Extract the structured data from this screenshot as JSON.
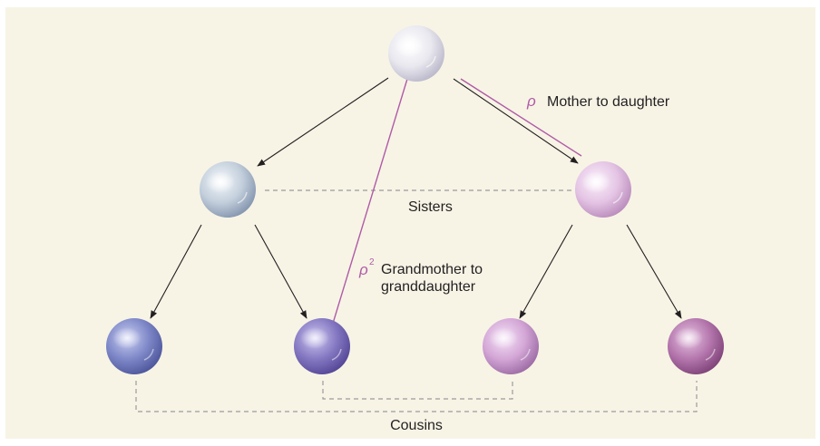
{
  "labels": {
    "mother_to_daughter_symbol": "ρ",
    "mother_to_daughter_text": "Mother to daughter",
    "sisters": "Sisters",
    "grandmother_symbol": "ρ",
    "grandmother_exponent": "2",
    "grandmother_line1": "Grandmother to",
    "grandmother_line2": "granddaughter",
    "cousins": "Cousins"
  },
  "colors": {
    "background": "#f7f4e6",
    "accent_purple": "#b05aa6",
    "arrow": "#231f20",
    "dashed_line": "#9b9b9b"
  },
  "cells": {
    "grandmother": {
      "color": "#e9e8ef",
      "generation": 0
    },
    "mother_left": {
      "color": "#c3cfdc",
      "generation": 1
    },
    "mother_right": {
      "color": "#e4c4e4",
      "generation": 1
    },
    "child_1": {
      "color": "#7e88c8",
      "generation": 2
    },
    "child_2": {
      "color": "#8578c2",
      "generation": 2
    },
    "child_3": {
      "color": "#d3a6d6",
      "generation": 2
    },
    "child_4": {
      "color": "#b476ad",
      "generation": 2
    }
  }
}
